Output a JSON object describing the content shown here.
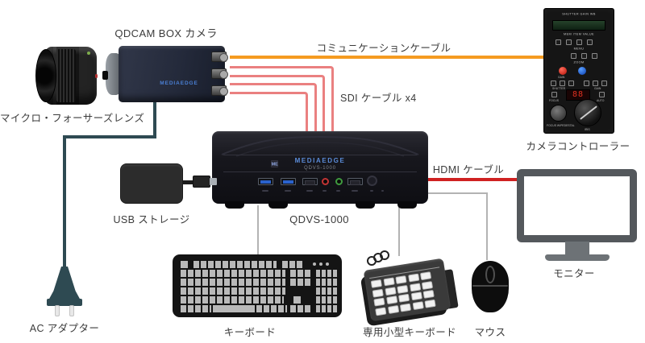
{
  "labels": {
    "camera": "QDCAM BOX カメラ",
    "lens": "マイクロ・フォーサーズレンズ",
    "controller": "カメラコントローラー",
    "comm_cable": "コミュニケーションケーブル",
    "sdi_cable": "SDI ケーブル x4",
    "hdmi_cable": "HDMI ケーブル",
    "usb_storage": "USB ストレージ",
    "qdvs": "QDVS-1000",
    "monitor": "モニター",
    "ac_adapter": "AC アダプター",
    "keyboard": "キーボード",
    "small_keyboard": "専用小型キーボード",
    "mouse": "マウス"
  },
  "devices": {
    "camera": {
      "brand": "MEDIAEDGE"
    },
    "qdvs": {
      "badge": "ME",
      "brand": "MEDIAEDGE",
      "model": "QDVS-1000"
    },
    "controller": {
      "header": "SHUTTER  GAIN  WB",
      "subheader": "MEM  ITEM  VALUE",
      "menu": "MENU",
      "zoom": "ZOOM",
      "gain": "GAIN",
      "shutter": "SHUTTER",
      "focus": "FOCUS",
      "auto": "AUTO",
      "seg_value": "88",
      "left_knob": "FOCUS W/PEDESTAL",
      "right_knob": "IRIS"
    }
  },
  "colors": {
    "comm_cable": "#F59B20",
    "sdi_cable": "#EA8080",
    "hdmi_cable": "#CF2121",
    "connector_line": "#B3B3B3",
    "ac_cable": "#2E4A52",
    "brand_blue": "#4A7FD4"
  }
}
